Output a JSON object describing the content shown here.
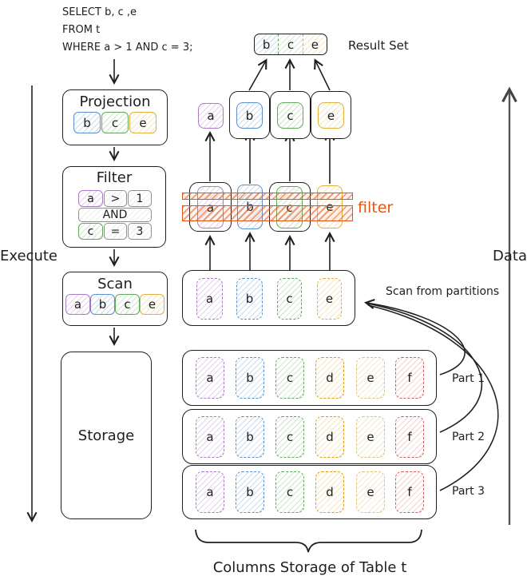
{
  "sql": {
    "line1": "SELECT b, c ,e",
    "line2": "FROM t",
    "line3": "WHERE a > 1 AND c = 3;"
  },
  "labels": {
    "execute": "Execute",
    "data": "Data",
    "result_set": "Result Set",
    "filter": "filter",
    "scan_note": "Scan from partitions",
    "caption": "Columns Storage of Table t"
  },
  "pipeline": {
    "projection": {
      "title": "Projection",
      "cells": [
        "b",
        "c",
        "e"
      ]
    },
    "filter": {
      "title": "Filter",
      "cond_left": [
        "a",
        ">",
        "1"
      ],
      "cond_op": "AND",
      "cond_right": [
        "c",
        "=",
        "3"
      ]
    },
    "scan": {
      "title": "Scan",
      "cells": [
        "a",
        "b",
        "c",
        "e"
      ]
    },
    "storage": {
      "title": "Storage"
    }
  },
  "flow": {
    "result_cells": [
      "b",
      "c",
      "e"
    ],
    "projection_row": [
      "a",
      "b",
      "c",
      "e"
    ],
    "filter_row": [
      "a",
      "b",
      "c",
      "e"
    ],
    "scan_row": [
      "a",
      "b",
      "c",
      "e"
    ]
  },
  "partitions": [
    {
      "label": "Part 1",
      "cells": [
        "a",
        "b",
        "c",
        "d",
        "e",
        "f"
      ]
    },
    {
      "label": "Part 2",
      "cells": [
        "a",
        "b",
        "c",
        "d",
        "e",
        "f"
      ]
    },
    {
      "label": "Part 3",
      "cells": [
        "a",
        "b",
        "c",
        "d",
        "e",
        "f"
      ]
    }
  ],
  "colors": {
    "a": "#a97bc5",
    "b": "#5b8fd0",
    "c": "#63a75e",
    "d": "#df9a0e",
    "e": "#e2ae3d",
    "e_partition": "#d8c57e",
    "f": "#d25d5d",
    "filter_band": "#e0551a",
    "stroke": "#1e1e1e"
  }
}
